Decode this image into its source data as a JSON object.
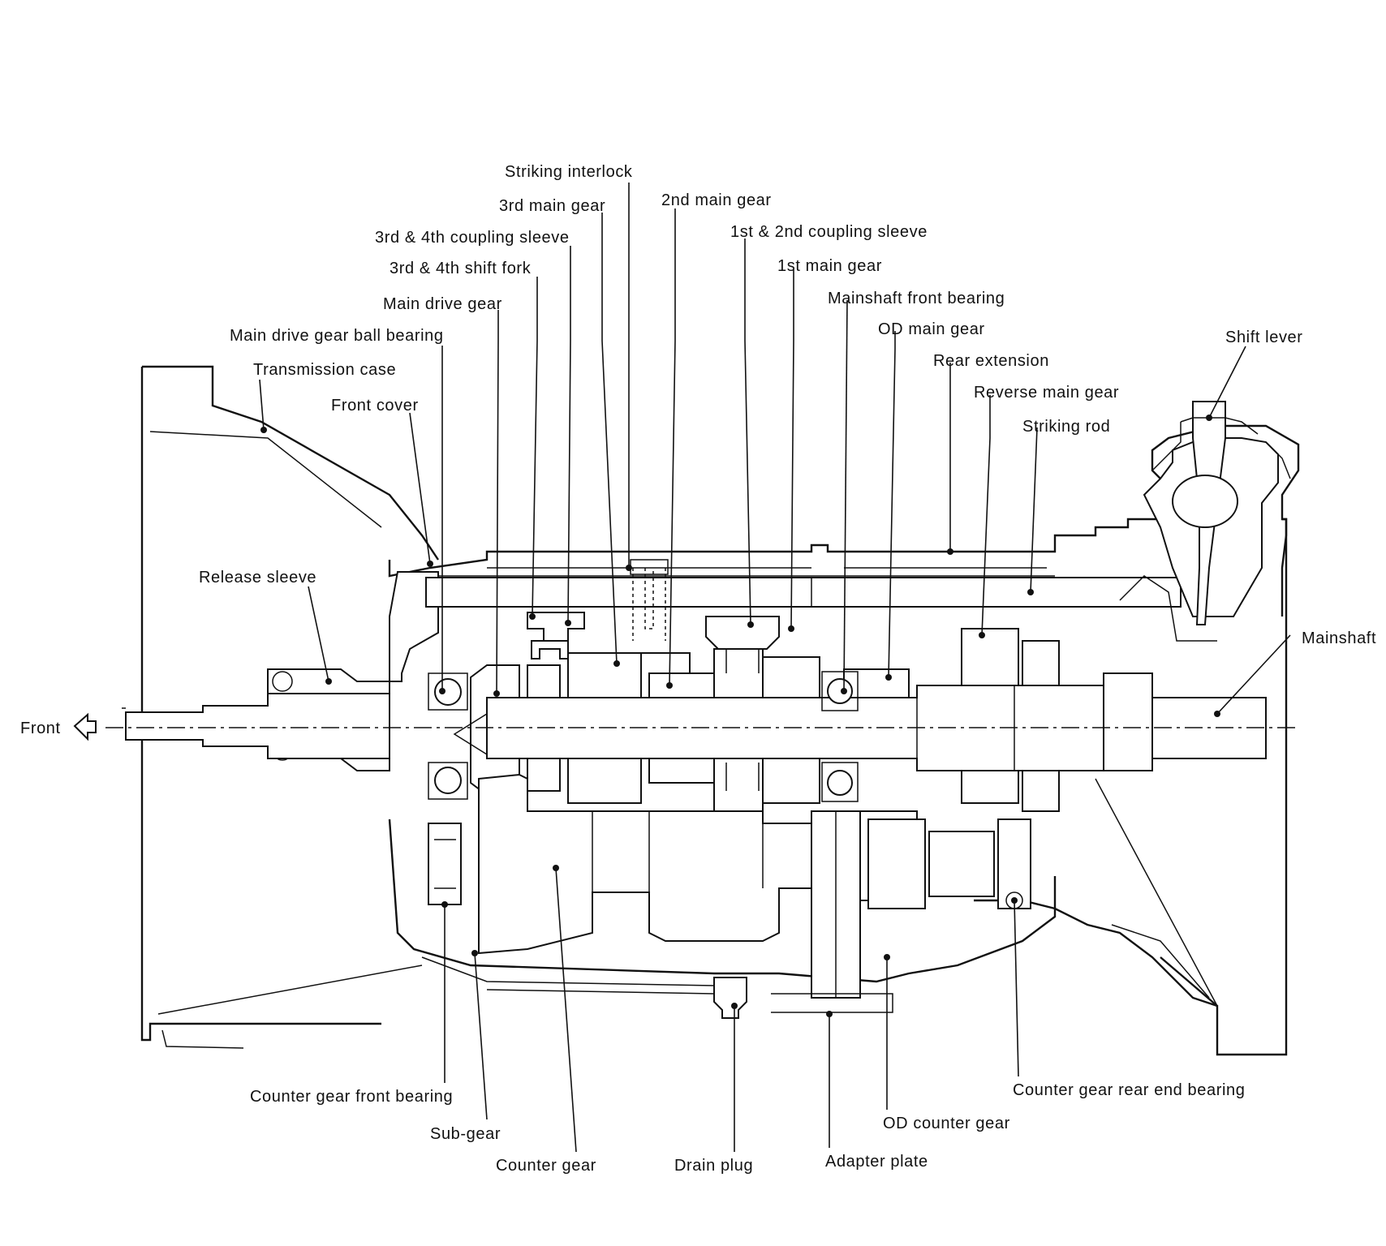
{
  "labels": {
    "striking_interlock": "Striking interlock",
    "third_main_gear": "3rd main gear",
    "second_main_gear": "2nd main gear",
    "third_fourth_coupling_sleeve": "3rd & 4th coupling sleeve",
    "first_second_coupling_sleeve": "1st & 2nd coupling sleeve",
    "third_fourth_shift_fork": "3rd & 4th shift fork",
    "first_main_gear": "1st main gear",
    "main_drive_gear": "Main drive gear",
    "mainshaft_front_bearing": "Mainshaft front bearing",
    "main_drive_gear_ball_bearing": "Main drive gear ball bearing",
    "od_main_gear": "OD main gear",
    "shift_lever": "Shift lever",
    "transmission_case": "Transmission case",
    "rear_extension": "Rear extension",
    "front_cover": "Front cover",
    "reverse_main_gear": "Reverse main gear",
    "striking_rod": "Striking rod",
    "release_sleeve": "Release sleeve",
    "mainshaft": "Mainshaft",
    "front": "Front",
    "counter_gear_front_bearing": "Counter gear front bearing",
    "counter_gear_rear_end_bearing": "Counter gear rear end bearing",
    "sub_gear": "Sub-gear",
    "od_counter_gear": "OD counter gear",
    "counter_gear": "Counter gear",
    "drain_plug": "Drain plug",
    "adapter_plate": "Adapter plate"
  }
}
